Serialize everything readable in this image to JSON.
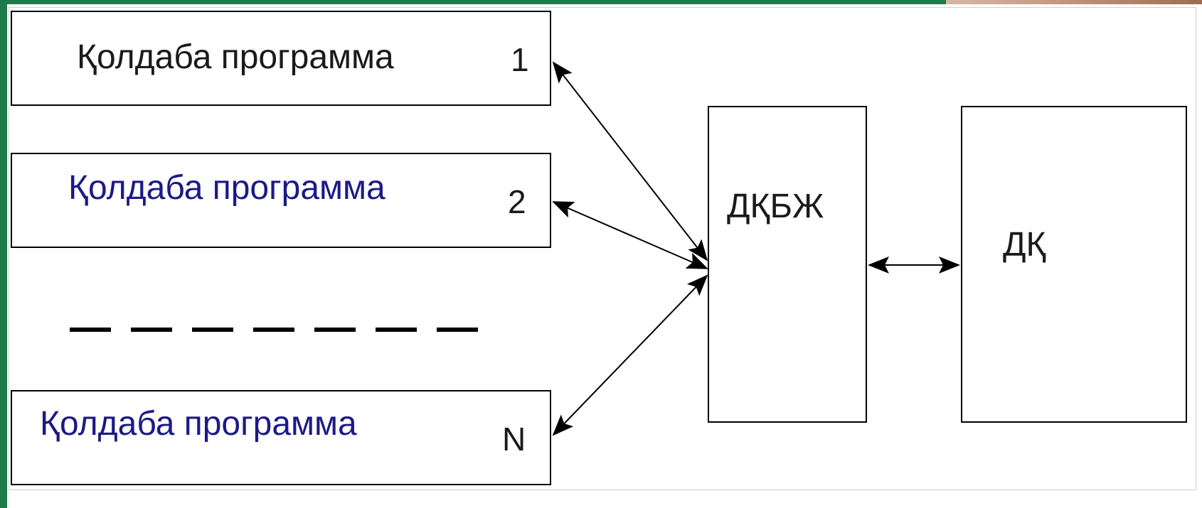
{
  "programs": [
    {
      "label": "Қолдаба программа",
      "number": "1",
      "color": "#1a1a1a"
    },
    {
      "label": "Қолдаба программа",
      "number": "2",
      "color": "#1c1a86"
    },
    {
      "label": "Қолдаба программа",
      "number": "N",
      "color": "#1c1a86"
    }
  ],
  "dbms": {
    "label": "ДҚБЖ"
  },
  "db": {
    "label": "ДҚ"
  },
  "colors": {
    "slide_border": "#1f7a4a",
    "line": "#000000",
    "background": "#ffffff"
  }
}
